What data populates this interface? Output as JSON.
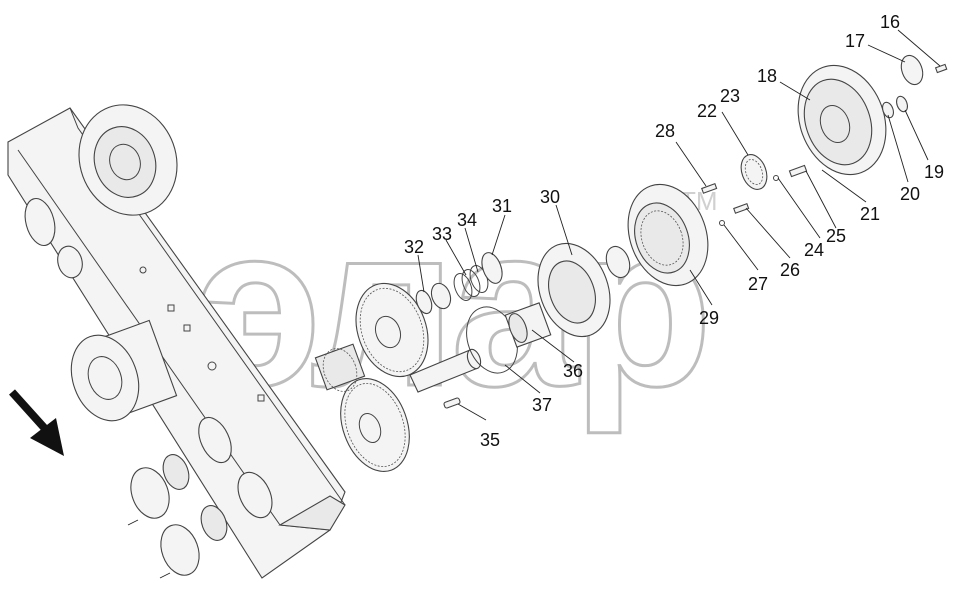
{
  "watermark": {
    "text": "элар",
    "mark": "TM"
  },
  "direction_arrow": {
    "icon": "direction-arrow-icon"
  },
  "callouts": [
    {
      "id": "16",
      "label": "16"
    },
    {
      "id": "17",
      "label": "17"
    },
    {
      "id": "18",
      "label": "18"
    },
    {
      "id": "19",
      "label": "19"
    },
    {
      "id": "20",
      "label": "20"
    },
    {
      "id": "21",
      "label": "21"
    },
    {
      "id": "22",
      "label": "22"
    },
    {
      "id": "23",
      "label": "23"
    },
    {
      "id": "24",
      "label": "24"
    },
    {
      "id": "25",
      "label": "25"
    },
    {
      "id": "26",
      "label": "26"
    },
    {
      "id": "27",
      "label": "27"
    },
    {
      "id": "28",
      "label": "28"
    },
    {
      "id": "29",
      "label": "29"
    },
    {
      "id": "30",
      "label": "30"
    },
    {
      "id": "31",
      "label": "31"
    },
    {
      "id": "32",
      "label": "32"
    },
    {
      "id": "33",
      "label": "33"
    },
    {
      "id": "34",
      "label": "34"
    },
    {
      "id": "35",
      "label": "35"
    },
    {
      "id": "36",
      "label": "36"
    },
    {
      "id": "37",
      "label": "37"
    }
  ]
}
